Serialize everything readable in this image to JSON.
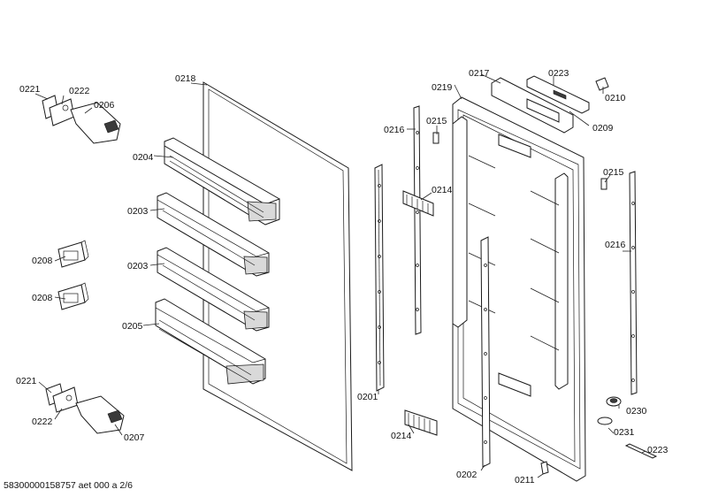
{
  "diagram": {
    "labels": {
      "l0221a": "0221",
      "l0222a": "0222",
      "l0206": "0206",
      "l0218": "0218",
      "l0204": "0204",
      "l0203a": "0203",
      "l0203b": "0203",
      "l0205": "0205",
      "l0208a": "0208",
      "l0208b": "0208",
      "l0221b": "0221",
      "l0222b": "0222",
      "l0207": "0207",
      "l0201": "0201",
      "l0216a": "0216",
      "l0215a": "0215",
      "l0214a": "0214",
      "l0214b": "0214",
      "l0219": "0219",
      "l0217": "0217",
      "l0223a": "0223",
      "l0210": "0210",
      "l0209": "0209",
      "l0215b": "0215",
      "l0216b": "0216",
      "l0230": "0230",
      "l0231": "0231",
      "l0223b": "0223",
      "l0202": "0202",
      "l0211": "0211"
    },
    "footer": "58300000158757 aet 000 a 2/6"
  }
}
